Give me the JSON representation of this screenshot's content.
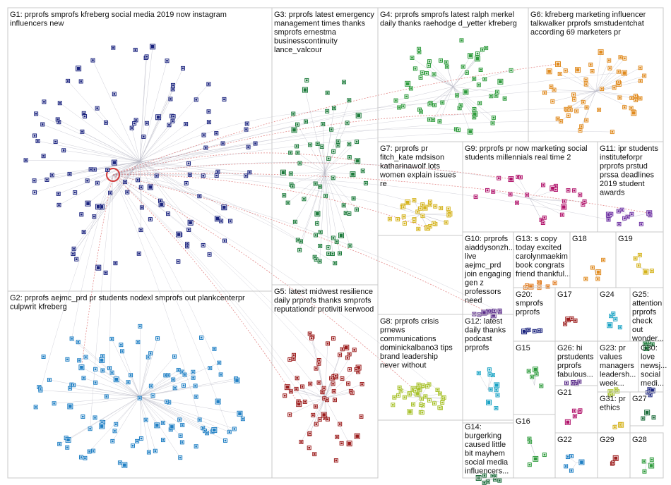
{
  "groups": [
    {
      "id": "G1",
      "label": [
        "G1: prprofs smprofs kfreberg social media 2019 now instagram",
        "influencers new"
      ],
      "color": "#1a237e"
    },
    {
      "id": "G2",
      "label": [
        "G2: prprofs aejmc_prd pr students nodexl smprofs out plankcenterpr",
        "culpwrit kfreberg"
      ],
      "color": "#1f7fc4"
    },
    {
      "id": "G3",
      "label": [
        "G3: prprofs latest emergency",
        "management times thanks",
        "smprofs ernestma",
        "businesscontinuity",
        "lance_valcour"
      ],
      "color": "#1b7a3a"
    },
    {
      "id": "G4",
      "label": [
        "G4: prprofs smprofs latest ralph merkel",
        "daily thanks raehodge d_yetter kfreberg"
      ],
      "color": "#2e9b3c"
    },
    {
      "id": "G5",
      "label": [
        "G5: latest midwest resilience",
        "daily prprofs thanks smprofs",
        "reputationdr protiviti kerwood"
      ],
      "color": "#9b1c1c"
    },
    {
      "id": "G6",
      "label": [
        "G6: kfreberg marketing influencer",
        "talkwalker prprofs smstudentchat",
        "according 69 marketers pr"
      ],
      "color": "#e08a1e"
    },
    {
      "id": "G7",
      "label": [
        "G7: prprofs pr",
        "fitch_kate mdsison",
        "katharinawolf lots",
        "women explain issues",
        "re"
      ],
      "color": "#d4b21a"
    },
    {
      "id": "G8",
      "label": [
        "G8: prprofs crisis",
        "prnews",
        "communications",
        "dominickalbano3 tips",
        "brand leadership",
        "never without"
      ],
      "color": "#a7c12a"
    },
    {
      "id": "G9",
      "label": [
        "G9: prprofs pr now marketing social",
        "students millennials real time 2"
      ],
      "color": "#b0126a"
    },
    {
      "id": "G10",
      "label": [
        "G10: prprofs",
        "aiaddysonzh...",
        "live",
        "aejmc_prd",
        "join engaging",
        "gen z",
        "professors",
        "need"
      ],
      "color": "#5b2d8a"
    },
    {
      "id": "G11",
      "label": [
        "G11: ipr students",
        "instituteforpr",
        "prprofs prstud",
        "prssa deadlines",
        "2019 student",
        "awards"
      ],
      "color": "#6a2ca0"
    },
    {
      "id": "G12",
      "label": [
        "G12: latest",
        "daily thanks",
        "podcast",
        "prprofs"
      ],
      "color": "#1aa3c4"
    },
    {
      "id": "G13",
      "label": [
        "G13: s copy",
        "today excited",
        "carolynmaekim",
        "book congrats",
        "friend thankful..."
      ],
      "color": "#e07a1e"
    },
    {
      "id": "G14",
      "label": [
        "G14:",
        "burgerking",
        "caused little",
        "bit mayhem",
        "social media",
        "influencers..."
      ],
      "color": "#1b6b3a"
    },
    {
      "id": "G15",
      "label": [
        "G15"
      ],
      "color": "#2e9b3c"
    },
    {
      "id": "G16",
      "label": [
        "G16"
      ],
      "color": "#2e9b3c"
    },
    {
      "id": "G17",
      "label": [
        "G17"
      ],
      "color": "#9b1c1c"
    },
    {
      "id": "G18",
      "label": [
        "G18"
      ],
      "color": "#e08a1e"
    },
    {
      "id": "G19",
      "label": [
        "G19"
      ],
      "color": "#d4b21a"
    },
    {
      "id": "G20",
      "label": [
        "G20:",
        "smprofs",
        "prprofs"
      ],
      "color": "#1a237e"
    },
    {
      "id": "G21",
      "label": [
        "G21"
      ],
      "color": "#b0126a"
    },
    {
      "id": "G22",
      "label": [
        "G22"
      ],
      "color": "#1f7fc4"
    },
    {
      "id": "G23",
      "label": [
        "G23: pr",
        "values",
        "managers",
        "leadersh...",
        "week..."
      ],
      "color": "#a7c12a"
    },
    {
      "id": "G24",
      "label": [
        "G24"
      ],
      "color": "#1aa3c4"
    },
    {
      "id": "G25",
      "label": [
        "G25:",
        "attention",
        "prprofs",
        "check",
        "out",
        "wonder..."
      ],
      "color": "#1b7a3a"
    },
    {
      "id": "G26",
      "label": [
        "G26: hi",
        "prstudents",
        "prprofs",
        "fabulous..."
      ],
      "color": "#5b2d8a"
    },
    {
      "id": "G27",
      "label": [
        "G27"
      ],
      "color": "#1b6b3a"
    },
    {
      "id": "G28",
      "label": [
        "G28"
      ],
      "color": "#2e9b3c"
    },
    {
      "id": "G29",
      "label": [
        "G29"
      ],
      "color": "#9b1c1c"
    },
    {
      "id": "G30",
      "label": [
        "G30:",
        "love",
        "newsj...",
        "social",
        "medi..."
      ],
      "color": "#1a237e"
    },
    {
      "id": "G31",
      "label": [
        "G31: pr",
        "ethics"
      ],
      "color": "#d4b21a"
    }
  ],
  "colors": {
    "edge": "#b8b8c4",
    "edge_highlight": "#d23a3a",
    "panel_border": "#c8c8c8",
    "background": "#ffffff"
  }
}
